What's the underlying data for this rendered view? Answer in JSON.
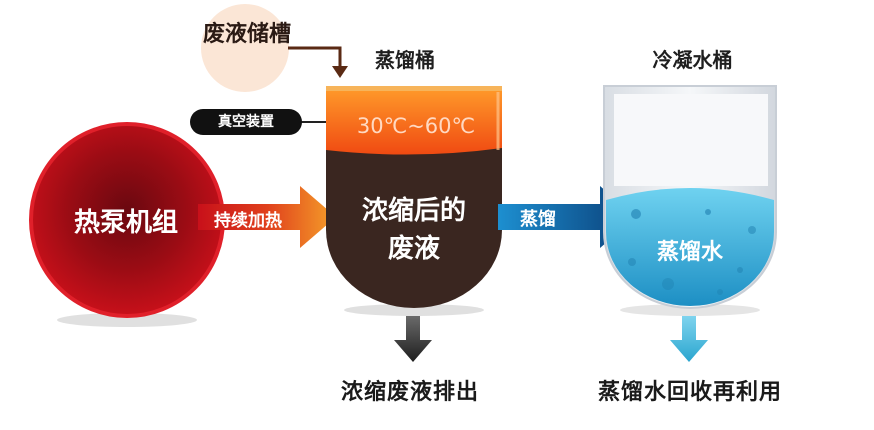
{
  "labels": {
    "waste_storage": "废液储槽",
    "vacuum_device": "真空装置",
    "still_title": "蒸馏桶",
    "condensate_title": "冷凝水桶",
    "temperature": "30℃~60℃",
    "concentrated_waste": "浓缩后的废液",
    "heat_pump": "热泵机组",
    "continuous_heating": "持续加热",
    "distillation": "蒸馏",
    "distilled_water": "蒸馏水",
    "concentrate_discharge": "浓缩废液排出",
    "water_reuse": "蒸馏水回收再利用"
  },
  "colors": {
    "heat_pump_red": "#c8101a",
    "heating_arrow_orange": "#f0821e",
    "still_top_orange": "#f26a1b",
    "still_liquid_brown": "#3a2620",
    "distill_arrow_blue": "#0a4f86",
    "water_blue": "#2ea8d8",
    "storage_circle": "#fbe6d6",
    "feed_arrow_brown": "#5a2a14"
  }
}
